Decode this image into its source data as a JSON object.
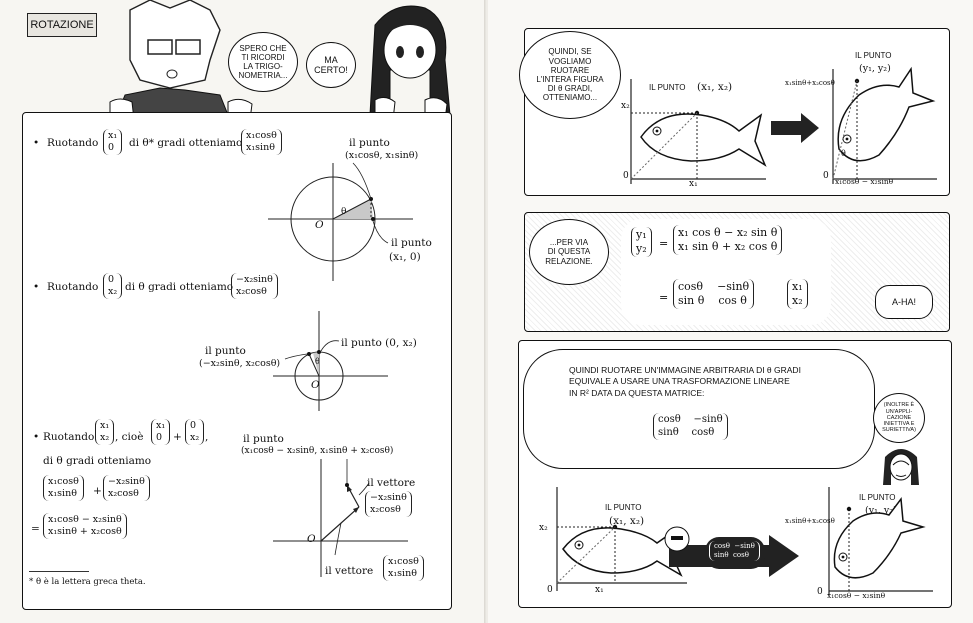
{
  "left_page": {
    "section_tag": "ROTAZIONE",
    "bubble_boy": [
      "SPERO CHE",
      "TI RICORDI",
      "LA TRIGO-",
      "NOMETRIA..."
    ],
    "bubble_girl": [
      "MA",
      "CERTO!"
    ],
    "item1": {
      "bullet": "•",
      "prefix": "Ruotando",
      "vec_in": [
        "x₁",
        "0"
      ],
      "middle": "di θ* gradi otteniamo",
      "vec_out": [
        "x₁cosθ",
        "x₁sinθ"
      ],
      "point_label_1": "il punto",
      "point_label_2": "(x₁cosθ, x₁sinθ)",
      "origin": "O",
      "theta": "θ",
      "start_label_1": "il punto",
      "start_label_2": "(x₁, 0)"
    },
    "item2": {
      "bullet": "•",
      "prefix": "Ruotando",
      "vec_in": [
        "0",
        "x₂"
      ],
      "middle": "di θ gradi otteniamo",
      "vec_out": [
        "−x₂sinθ",
        "x₂cosθ"
      ],
      "start_label": "il punto (0, x₂)",
      "end_label_1": "il punto",
      "end_label_2": "(−x₂sinθ, x₂cosθ)",
      "theta": "θ",
      "origin": "O"
    },
    "item3": {
      "bullet": "•",
      "prefix": "Ruotando",
      "vec_in": [
        "x₁",
        "x₂"
      ],
      "cioe": ", cioè",
      "vec_a": [
        "x₁",
        "0"
      ],
      "plus": "+",
      "vec_b": [
        "0",
        "x₂"
      ],
      "comma": ",",
      "line2": "di θ gradi otteniamo",
      "sum_left": [
        "x₁cosθ",
        "x₁sinθ"
      ],
      "sum_right": [
        "−x₂sinθ",
        "x₂cosθ"
      ],
      "equals": "=",
      "result": [
        "x₁cosθ − x₂sinθ",
        "x₁sinθ + x₂cosθ"
      ],
      "point_label_1": "il punto",
      "point_label_2": "(x₁cosθ − x₂sinθ, x₁sinθ + x₂cosθ)",
      "vector_label_top": "il vettore",
      "vector_top": [
        "−x₂sinθ",
        "x₂cosθ"
      ],
      "vector_label_bottom": "il vettore",
      "vector_bottom": [
        "x₁cosθ",
        "x₁sinθ"
      ],
      "origin": "O"
    },
    "footnote": "* θ è la lettera greca theta."
  },
  "right_page": {
    "panel1": {
      "bubble": [
        "QUINDI, SE",
        "VOGLIAMO",
        "RUOTARE",
        "L'INTERA FIGURA",
        "DI θ GRADI,",
        "OTTENIAMO..."
      ],
      "point_label": "IL PUNTO",
      "point_coords": "(x₁, x₂)",
      "axis_x": "x₁",
      "axis_y": "x₂",
      "origin": "0",
      "rot_point_label": "IL PUNTO",
      "rot_point_coords": "(y₁, y₂)",
      "rot_y_value": "x₁sinθ+x₂cosθ",
      "rot_x_value": "x₁cosθ − x₂sinθ",
      "origin2": "0",
      "theta": "θ"
    },
    "panel2": {
      "bubble": [
        "...PER VIA",
        "DI QUESTA",
        "RELAZIONE."
      ],
      "lhs": [
        "y₁",
        "y₂"
      ],
      "eq1": "=",
      "rhs1": [
        "x₁ cos θ − x₂ sin θ",
        "x₁ sin θ + x₂ cos θ"
      ],
      "eq2": "=",
      "matrix": [
        [
          "cosθ",
          "−sinθ"
        ],
        [
          "sin θ",
          "cos θ"
        ]
      ],
      "vec": [
        "x₁",
        "x₂"
      ],
      "aha": "A-HA!"
    },
    "panel3": {
      "bubble": [
        "QUINDI RUOTARE UN'IMMAGINE ARBITRARIA DI θ GRADI",
        "EQUIVALE A USARE UNA TRASFORMAZIONE LINEARE",
        "IN R² DATA DA QUESTA MATRICE:"
      ],
      "matrix": [
        [
          "cosθ",
          "−sinθ"
        ],
        [
          "sinθ",
          "cosθ"
        ]
      ],
      "small_bubble": [
        "(INOLTRE È",
        "UN'APPLI-",
        "CAZIONE",
        "INIETTIVA E",
        "SURIETTIVA)"
      ],
      "point_label": "IL PUNTO",
      "point_coords": "(x₁, x₂)",
      "axis_x": "x₁",
      "axis_y": "x₂",
      "origin": "0",
      "arrow_matrix": [
        [
          "cosθ",
          "−sinθ"
        ],
        [
          "sinθ",
          "cosθ"
        ]
      ],
      "rot_point_label": "IL PUNTO",
      "rot_point_coords": "(y₁, y₂)",
      "rot_y_value": "x₁sinθ+x₂cosθ",
      "rot_x_value": "x₁cosθ − x₂sinθ",
      "origin2": "0"
    }
  }
}
